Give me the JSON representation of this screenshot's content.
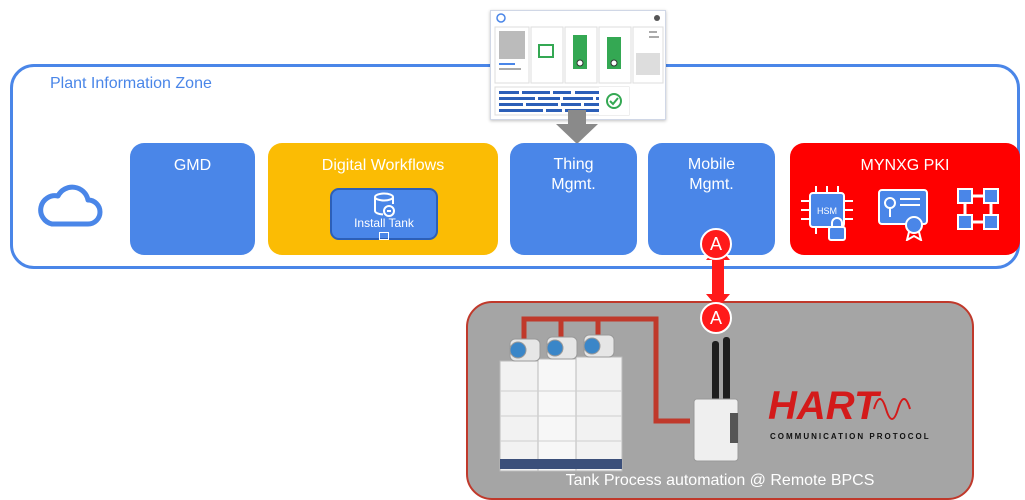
{
  "zone": {
    "title": "Plant Information Zone"
  },
  "tiles": {
    "gmd": "GMD",
    "digital_workflows": "Digital Workflows",
    "install_tank": "Install Tank",
    "thing_line1": "Thing",
    "thing_line2": "Mgmt.",
    "mobile_line1": "Mobile",
    "mobile_line2": "Mgmt.",
    "pki": "MYNXG PKI",
    "hsm": "HSM"
  },
  "connector": {
    "label": "A"
  },
  "remote": {
    "label": "Tank Process automation @ Remote BPCS",
    "brand": "HART",
    "brand_sub": "COMMUNICATION PROTOCOL"
  },
  "colors": {
    "zone_border": "#4a86e8",
    "tile_blue": "#4a86e8",
    "workflow_yellow": "#fbbc04",
    "pki_red": "#ff0000",
    "remote_grey": "#a5a5a5",
    "link_red": "#c0392b"
  },
  "icons": [
    "cloud-icon",
    "database-gear-icon",
    "hsm-chip-icon",
    "certificate-icon",
    "network-icon",
    "transmitter-icon",
    "antenna-icon",
    "dashboard-thumbnail"
  ]
}
